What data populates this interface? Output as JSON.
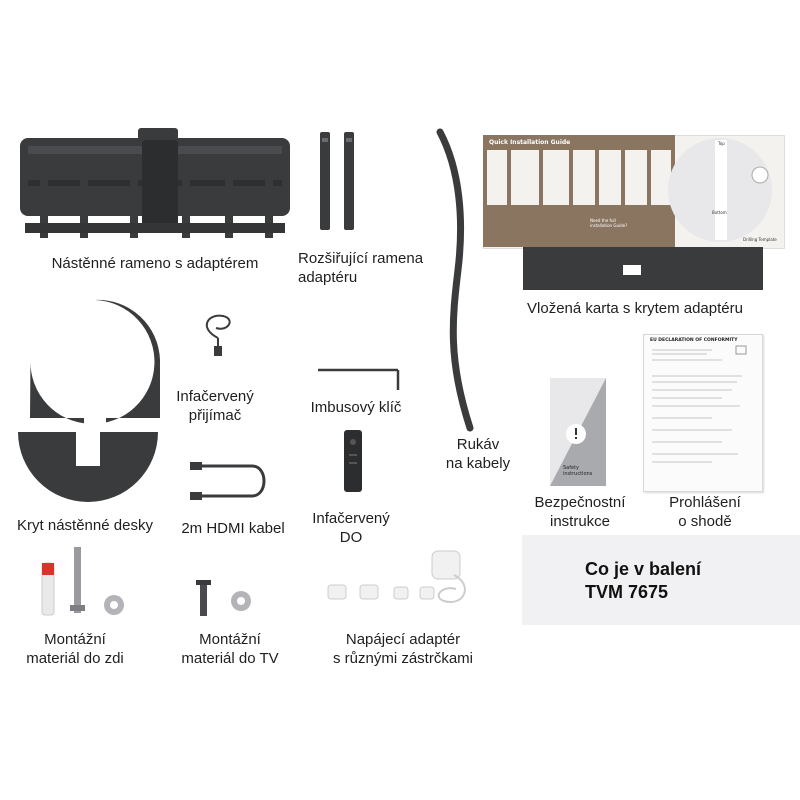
{
  "items": {
    "wall_arm": "Nástěnné rameno s adaptérem",
    "extension_arms": "Rozšiřující ramena\nadaptéru",
    "sleeve": "Rukáv\nna kabely",
    "insert_card": "Vložená karta s krytem adaptéru",
    "ir_receiver": "Infačervený\npřijímač",
    "allen_key": "Imbusový klíč",
    "wall_cover": "Kryt nástěnné desky",
    "hdmi": "2m HDMI kabel",
    "ir_remote": "Infačervený\nDO",
    "safety": "Bezpečnostní\ninstrukce",
    "declaration": "Prohlášení\no shodě",
    "wall_material": "Montážní\nmateriál do zdi",
    "tv_material": "Montážní\nmateriál do TV",
    "power_adapter": "Napájecí adaptér\ns různými zástrčkami"
  },
  "panel": {
    "title": "Co je v balení",
    "model": "TVM 7675"
  },
  "doc_text": {
    "quick_guide": "Quick Installation Guide",
    "top": "Top",
    "bottom": "Bottom",
    "drilling": "Drilling Template",
    "eu_decl": "EU DECLARATION OF CONFORMITY",
    "safety_card": "Safety\ninstructions",
    "need_help": "Need the full\ninstallation Guide?"
  },
  "colors": {
    "hardware": "#3a3b3d",
    "hardware_light": "#5a5b5e",
    "guide_brown": "#8a7560",
    "panel_bg": "#f1f1f3"
  }
}
